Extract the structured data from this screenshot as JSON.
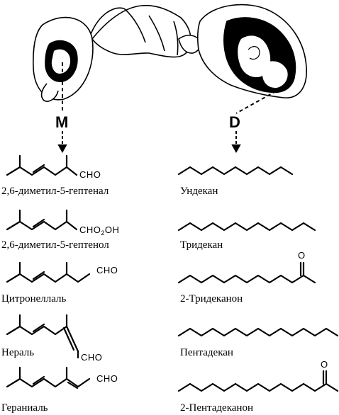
{
  "gland_labels": {
    "left": "M",
    "right": "D"
  },
  "left_compounds": [
    {
      "name": "2,6-диметил-5-гептенал",
      "group": "CHO"
    },
    {
      "name": "2,6-диметил-5-гептенол",
      "group_main": "CHO",
      "group_sub": "2",
      "group_tail": "OH"
    },
    {
      "name": "Цитронеллаль",
      "group": "CHO"
    },
    {
      "name": "Нераль",
      "group": "CHO"
    },
    {
      "name": "Гераниаль",
      "group": "CHO"
    }
  ],
  "right_compounds": [
    {
      "name": "Ундекан"
    },
    {
      "name": "Тридекан"
    },
    {
      "name": "2-Тридеканон",
      "oxygen": "O"
    },
    {
      "name": "Пентадекан"
    },
    {
      "name": "2-Пентадеканон",
      "oxygen": "O"
    }
  ]
}
